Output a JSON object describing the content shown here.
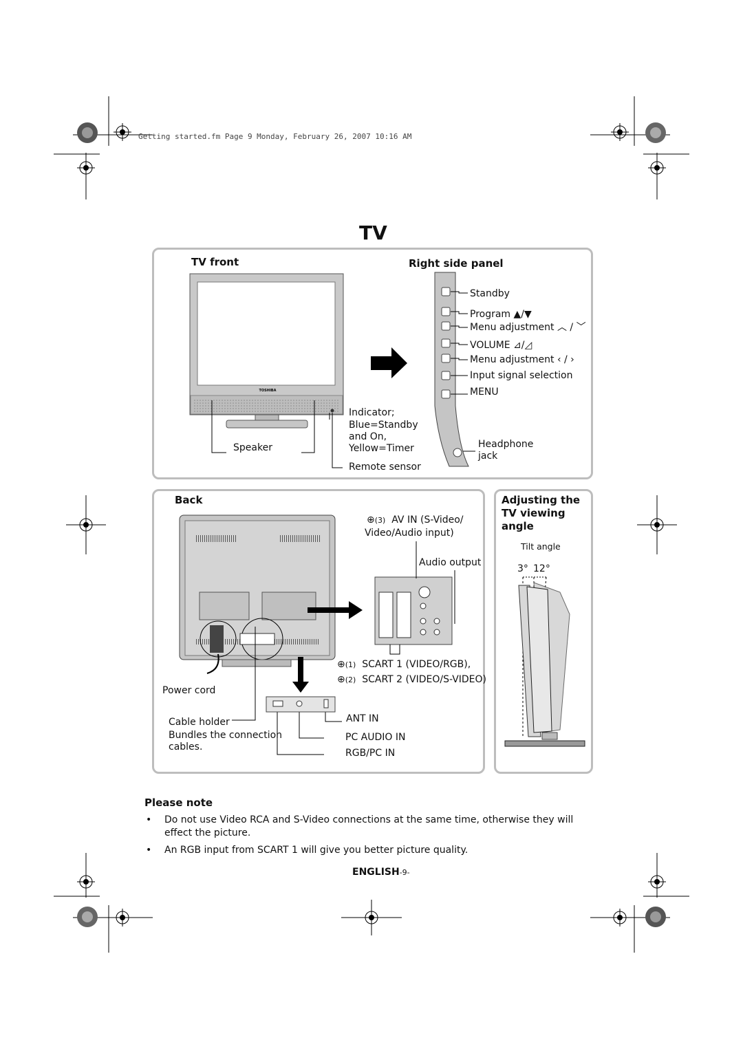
{
  "header_line": "Getting started.fm  Page 9  Monday, February 26, 2007  10:16 AM",
  "page_title": "TV",
  "front_panel": {
    "tv_front_title": "TV front",
    "right_side_title": "Right side panel",
    "brand": "TOSHIBA",
    "speaker_label": "Speaker",
    "indicator_lines": [
      "Indicator;",
      "Blue=Standby",
      "and On,",
      "Yellow=Timer"
    ],
    "remote_sensor_label": "Remote sensor",
    "side_labels": {
      "standby": "Standby",
      "program": "Program",
      "menu_adj_updown": "Menu adjustment",
      "volume": "VOLUME",
      "menu_adj_leftright": "Menu adjustment",
      "input_signal": "Input signal selection",
      "menu": "MENU",
      "headphone_lines": [
        "Headphone",
        "jack"
      ]
    }
  },
  "back_panel": {
    "title": "Back",
    "av_in_lines": [
      "AV IN (S-Video/",
      "Video/Audio input)"
    ],
    "av_in_num": "(3)",
    "audio_output": "Audio output",
    "scart1_num": "(1)",
    "scart1": "SCART 1 (VIDEO/RGB),",
    "scart2_num": "(2)",
    "scart2": "SCART 2 (VIDEO/S-VIDEO)",
    "power_cord": "Power cord",
    "cable_holder": "Cable holder",
    "bundles_lines": [
      "Bundles the connection",
      "cables."
    ],
    "ant_in": "ANT IN",
    "pc_audio_in": "PC AUDIO IN",
    "rgb_pc_in": "RGB/PC IN"
  },
  "angle_panel": {
    "title_lines": [
      "Adjusting the",
      "TV viewing",
      "angle"
    ],
    "tilt_label": "Tilt angle",
    "angle_front": "3°",
    "angle_back": "12°"
  },
  "note": {
    "title": "Please note",
    "items": [
      "Do not use Video RCA and S-Video connections at the same time, otherwise they will effect the picture.",
      "An RGB input from SCART 1 will give you better picture quality."
    ]
  },
  "footer": {
    "lang": "ENGLISH",
    "page": "-9-"
  },
  "colors": {
    "panel_border": "#bdbdbd",
    "tv_gray": "#c8c8c8",
    "screen": "#ffffff"
  }
}
